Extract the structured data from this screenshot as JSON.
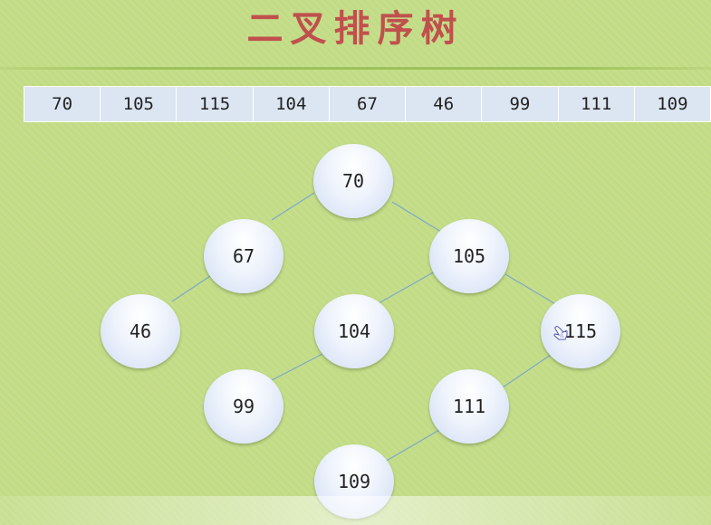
{
  "slide": {
    "title": "二叉排序树"
  },
  "sequence": [
    "70",
    "105",
    "115",
    "104",
    "67",
    "46",
    "99",
    "111",
    "109"
  ],
  "tree": {
    "nodes": [
      {
        "id": "n70",
        "value": "70"
      },
      {
        "id": "n67",
        "value": "67"
      },
      {
        "id": "n105",
        "value": "105"
      },
      {
        "id": "n46",
        "value": "46"
      },
      {
        "id": "n104",
        "value": "104"
      },
      {
        "id": "n115",
        "value": "115"
      },
      {
        "id": "n99",
        "value": "99"
      },
      {
        "id": "n111",
        "value": "111"
      },
      {
        "id": "n109",
        "value": "109"
      }
    ],
    "edges": [
      {
        "from": "70",
        "to": "67"
      },
      {
        "from": "70",
        "to": "105"
      },
      {
        "from": "67",
        "to": "46"
      },
      {
        "from": "105",
        "to": "104"
      },
      {
        "from": "105",
        "to": "115"
      },
      {
        "from": "104",
        "to": "99"
      },
      {
        "from": "115",
        "to": "111"
      },
      {
        "from": "111",
        "to": "109"
      }
    ]
  },
  "cursor": {
    "icon": "hand-pointer-icon"
  },
  "colors": {
    "background": "#c2dc86",
    "title": "#c0504d",
    "cell": "#dce6f2",
    "edge": "#7fa7c9"
  }
}
